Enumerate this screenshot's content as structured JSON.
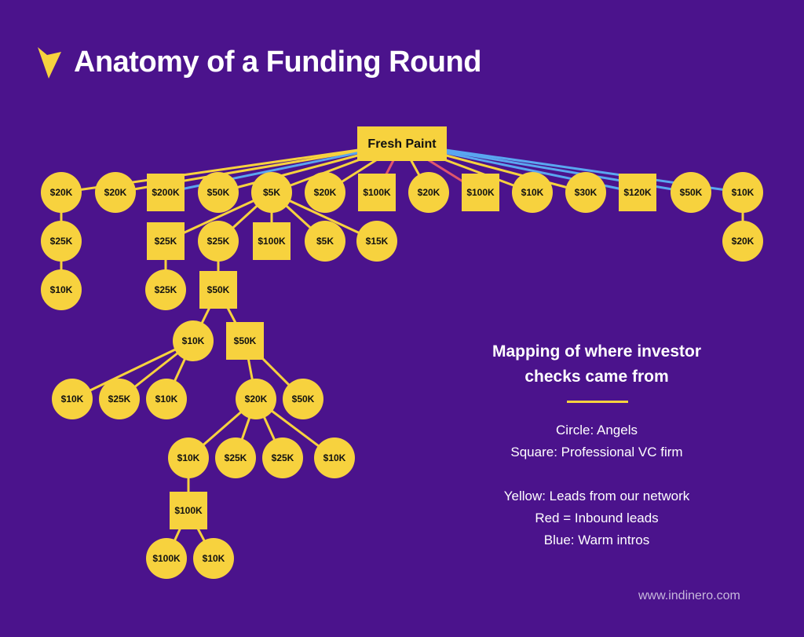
{
  "header": {
    "title": "Anatomy of a Funding Round",
    "logo_icon": "chevron-down-logo-icon"
  },
  "colors": {
    "background": "#4b138c",
    "node": "#f7d23e",
    "yellow": "#f7d23e",
    "red": "#e0566c",
    "blue": "#5aa6f0",
    "text": "#111111"
  },
  "root": {
    "label": "Fresh Paint"
  },
  "nodes": [
    {
      "id": "a1",
      "label": "$20K",
      "shape": "circle"
    },
    {
      "id": "a2",
      "label": "$20K",
      "shape": "circle"
    },
    {
      "id": "a3",
      "label": "$200K",
      "shape": "square"
    },
    {
      "id": "a4",
      "label": "$50K",
      "shape": "circle"
    },
    {
      "id": "a5",
      "label": "$5K",
      "shape": "circle"
    },
    {
      "id": "a6",
      "label": "$20K",
      "shape": "circle"
    },
    {
      "id": "a7",
      "label": "$100K",
      "shape": "square"
    },
    {
      "id": "a8",
      "label": "$20K",
      "shape": "circle"
    },
    {
      "id": "a9",
      "label": "$100K",
      "shape": "square"
    },
    {
      "id": "a10",
      "label": "$10K",
      "shape": "circle"
    },
    {
      "id": "a11",
      "label": "$30K",
      "shape": "circle"
    },
    {
      "id": "a12",
      "label": "$120K",
      "shape": "square"
    },
    {
      "id": "a13",
      "label": "$50K",
      "shape": "circle"
    },
    {
      "id": "a14",
      "label": "$10K",
      "shape": "circle"
    },
    {
      "id": "b1",
      "label": "$25K",
      "shape": "circle"
    },
    {
      "id": "b2",
      "label": "$10K",
      "shape": "circle"
    },
    {
      "id": "b3",
      "label": "$20K",
      "shape": "circle"
    },
    {
      "id": "c1",
      "label": "$25K",
      "shape": "square"
    },
    {
      "id": "c2",
      "label": "$25K",
      "shape": "circle"
    },
    {
      "id": "c3",
      "label": "$100K",
      "shape": "square"
    },
    {
      "id": "c4",
      "label": "$5K",
      "shape": "circle"
    },
    {
      "id": "c5",
      "label": "$15K",
      "shape": "circle"
    },
    {
      "id": "d1",
      "label": "$25K",
      "shape": "circle"
    },
    {
      "id": "d2",
      "label": "$50K",
      "shape": "square"
    },
    {
      "id": "e1",
      "label": "$10K",
      "shape": "circle"
    },
    {
      "id": "e2",
      "label": "$50K",
      "shape": "square"
    },
    {
      "id": "f1",
      "label": "$10K",
      "shape": "circle"
    },
    {
      "id": "f2",
      "label": "$25K",
      "shape": "circle"
    },
    {
      "id": "f3",
      "label": "$10K",
      "shape": "circle"
    },
    {
      "id": "g1",
      "label": "$20K",
      "shape": "circle"
    },
    {
      "id": "g2",
      "label": "$50K",
      "shape": "circle"
    },
    {
      "id": "h1",
      "label": "$10K",
      "shape": "circle"
    },
    {
      "id": "h2",
      "label": "$25K",
      "shape": "circle"
    },
    {
      "id": "h3",
      "label": "$25K",
      "shape": "circle"
    },
    {
      "id": "h4",
      "label": "$10K",
      "shape": "circle"
    },
    {
      "id": "i1",
      "label": "$100K",
      "shape": "square"
    },
    {
      "id": "j1",
      "label": "$100K",
      "shape": "circle"
    },
    {
      "id": "j2",
      "label": "$10K",
      "shape": "circle"
    }
  ],
  "edges": [
    {
      "from": "root",
      "to": "a1",
      "color": "yellow"
    },
    {
      "from": "root",
      "to": "a2",
      "color": "yellow"
    },
    {
      "from": "root",
      "to": "a3",
      "color": "blue"
    },
    {
      "from": "root",
      "to": "a4",
      "color": "yellow"
    },
    {
      "from": "root",
      "to": "a5",
      "color": "yellow"
    },
    {
      "from": "root",
      "to": "a6",
      "color": "yellow"
    },
    {
      "from": "root",
      "to": "a7",
      "color": "red"
    },
    {
      "from": "root",
      "to": "a8",
      "color": "yellow"
    },
    {
      "from": "root",
      "to": "a9",
      "color": "red"
    },
    {
      "from": "root",
      "to": "a10",
      "color": "yellow"
    },
    {
      "from": "root",
      "to": "a11",
      "color": "yellow"
    },
    {
      "from": "root",
      "to": "a12",
      "color": "blue"
    },
    {
      "from": "root",
      "to": "a13",
      "color": "blue"
    },
    {
      "from": "root",
      "to": "a14",
      "color": "blue"
    },
    {
      "from": "a1",
      "to": "b1",
      "color": "yellow"
    },
    {
      "from": "b1",
      "to": "b2",
      "color": "yellow"
    },
    {
      "from": "a14",
      "to": "b3",
      "color": "yellow"
    },
    {
      "from": "a5",
      "to": "c1",
      "color": "yellow"
    },
    {
      "from": "a5",
      "to": "c2",
      "color": "yellow"
    },
    {
      "from": "a5",
      "to": "c3",
      "color": "yellow"
    },
    {
      "from": "a5",
      "to": "c4",
      "color": "yellow"
    },
    {
      "from": "a5",
      "to": "c5",
      "color": "yellow"
    },
    {
      "from": "c1",
      "to": "d1",
      "color": "yellow"
    },
    {
      "from": "c2",
      "to": "d2",
      "color": "yellow"
    },
    {
      "from": "d2",
      "to": "e1",
      "color": "yellow"
    },
    {
      "from": "d2",
      "to": "e2",
      "color": "yellow"
    },
    {
      "from": "e1",
      "to": "f1",
      "color": "yellow"
    },
    {
      "from": "e1",
      "to": "f2",
      "color": "yellow"
    },
    {
      "from": "e1",
      "to": "f3",
      "color": "yellow"
    },
    {
      "from": "e2",
      "to": "g1",
      "color": "yellow"
    },
    {
      "from": "e2",
      "to": "g2",
      "color": "yellow"
    },
    {
      "from": "g1",
      "to": "h1",
      "color": "yellow"
    },
    {
      "from": "g1",
      "to": "h2",
      "color": "yellow"
    },
    {
      "from": "g1",
      "to": "h3",
      "color": "yellow"
    },
    {
      "from": "g1",
      "to": "h4",
      "color": "yellow"
    },
    {
      "from": "h1",
      "to": "i1",
      "color": "yellow"
    },
    {
      "from": "i1",
      "to": "j1",
      "color": "yellow"
    },
    {
      "from": "i1",
      "to": "j2",
      "color": "yellow"
    }
  ],
  "legend": {
    "heading_line1": "Mapping of where investor",
    "heading_line2": "checks came from",
    "shape_lines": [
      "Circle: Angels",
      "Square: Professional VC firm"
    ],
    "color_lines": [
      "Yellow: Leads from our network",
      "Red = Inbound leads",
      "Blue: Warm intros"
    ]
  },
  "footer": {
    "url": "www.indinero.com"
  }
}
